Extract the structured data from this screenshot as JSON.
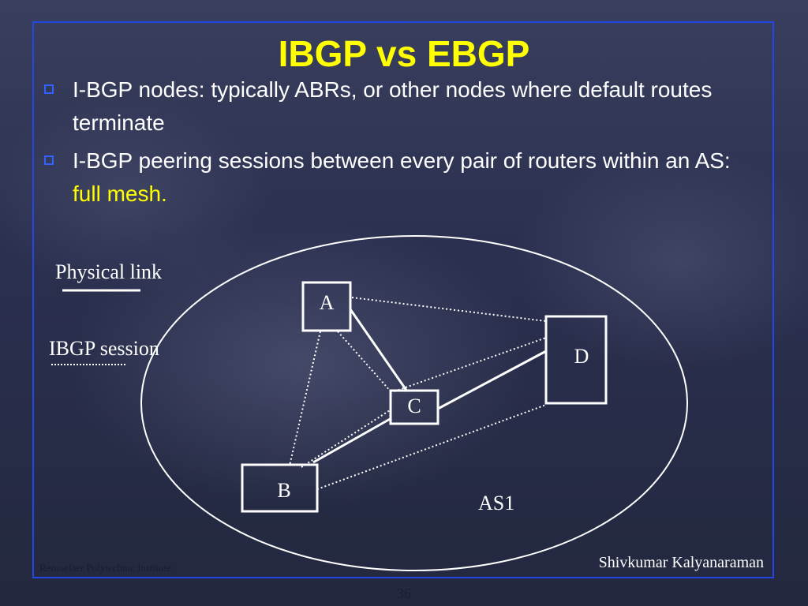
{
  "slide": {
    "title": "IBGP vs EBGP",
    "bullets": [
      {
        "text": "I-BGP nodes: typically ABRs, or other nodes where default routes terminate",
        "highlight": ""
      },
      {
        "text": "I-BGP peering sessions between every pair of routers within an AS: ",
        "highlight": "full mesh."
      }
    ],
    "bullet_icon": "hollow-square-bullet-icon",
    "footer_left": "Rensselaer Polytechnic Institute",
    "footer_right": "Shivkumar Kalyanaraman",
    "page_number": "36"
  },
  "diagram": {
    "legend": {
      "physical_link": "Physical link",
      "ibgp_session": "IBGP session"
    },
    "as_label": "AS1",
    "nodes": {
      "a": "A",
      "b": "B",
      "c": "C",
      "d": "D"
    },
    "physical_links": [
      [
        "A",
        "C"
      ],
      [
        "B",
        "C"
      ],
      [
        "C",
        "D"
      ]
    ],
    "ibgp_sessions": [
      [
        "A",
        "B"
      ],
      [
        "A",
        "C"
      ],
      [
        "A",
        "D"
      ],
      [
        "B",
        "C"
      ],
      [
        "B",
        "D"
      ],
      [
        "C",
        "D"
      ]
    ]
  },
  "colors": {
    "title": "#ffff00",
    "frame": "#2346e6",
    "bullet_icon": "#2f62ff",
    "text": "#ffffff",
    "highlight": "#ffff00"
  }
}
